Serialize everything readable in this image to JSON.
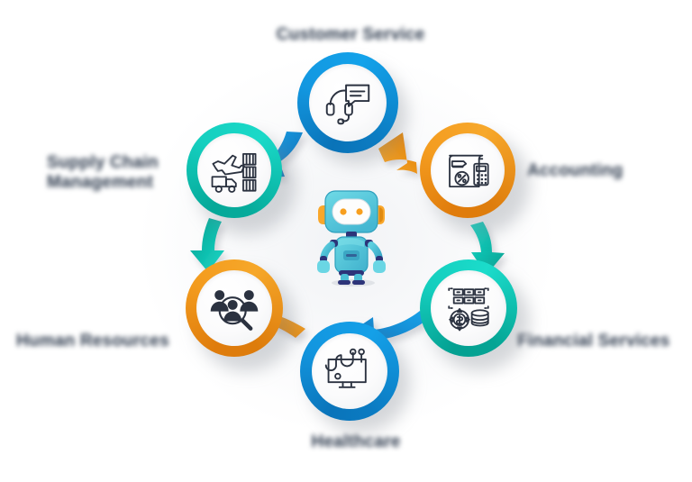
{
  "diagram": {
    "title": "AI Robot Industry Applications Wheel",
    "center": {
      "icon": "robot-icon",
      "body_color": "#4bc4d9",
      "accent_color": "#f7a02b",
      "dark_color": "#2d3479"
    },
    "nodes": [
      {
        "id": "customer-service",
        "label": "Customer Service",
        "label_position": "top",
        "ring_color": "#1397e0",
        "ring_color_name": "blue",
        "icon": "headset-chat-icon"
      },
      {
        "id": "accounting",
        "label": "Accounting",
        "label_position": "right-top",
        "ring_color": "#f49c1f",
        "ring_color_name": "orange",
        "icon": "invoice-calculator-icon"
      },
      {
        "id": "financial-services",
        "label": "Financial Services",
        "label_position": "right-bottom",
        "ring_color": "#14cdbd",
        "ring_color_name": "teal",
        "icon": "money-gear-coins-icon"
      },
      {
        "id": "healthcare",
        "label": "Healthcare",
        "label_position": "bottom",
        "ring_color": "#1396df",
        "ring_color_name": "blue",
        "icon": "monitor-stethoscope-icon"
      },
      {
        "id": "human-resources",
        "label": "Human Resources",
        "label_position": "left-bottom",
        "ring_color": "#f39b1e",
        "ring_color_name": "orange",
        "icon": "people-search-icon"
      },
      {
        "id": "supply-chain",
        "label": "Supply Chain\nManagement",
        "label_position": "left-top",
        "ring_color": "#15cfbf",
        "ring_color_name": "teal",
        "icon": "plane-truck-container-icon"
      }
    ],
    "connectors": [
      {
        "id": "connector-customer-service-to-supply-chain",
        "color": "#1396df",
        "from": "customer-service",
        "to": "supply-chain"
      },
      {
        "id": "connector-accounting-to-customer-service",
        "color": "#f49c1f",
        "from": "accounting",
        "to": "customer-service"
      },
      {
        "id": "connector-financial-services-to-healthcare",
        "color": "#1396df",
        "from": "financial-services",
        "to": "healthcare"
      },
      {
        "id": "connector-healthcare-to-human-resources",
        "color": "#f49c1f",
        "from": "healthcare",
        "to": "human-resources"
      },
      {
        "id": "connector-supply-chain-to-human-resources",
        "color": "#15cfbf",
        "from": "supply-chain",
        "to": "human-resources"
      },
      {
        "id": "connector-accounting-to-financial-services",
        "color": "#14cdbd",
        "from": "accounting",
        "to": "financial-services"
      }
    ],
    "label_color": "#2d3a4d",
    "background_color": "#ffffff"
  }
}
